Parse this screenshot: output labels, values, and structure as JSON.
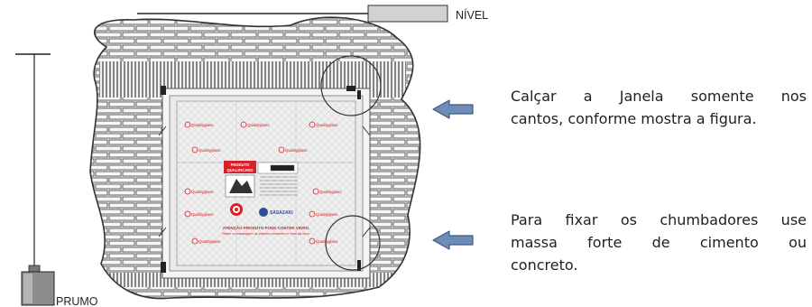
{
  "labels": {
    "level": "NÍVEL",
    "plumb": "PRUMO"
  },
  "notes": [
    {
      "lines": [
        "Calçar a Janela somente nos",
        "cantos, conforme mostra a figura."
      ]
    },
    {
      "lines": [
        "Para fixar os chumbadores use",
        "massa forte de cimento ou",
        "concreto."
      ]
    }
  ],
  "glass_sticker": {
    "badge_line1": "PRODUTO",
    "badge_line2": "QUALIFICADO",
    "watermark": "Qualityglass",
    "warning_line1": "ATENÇÃO PRODUTO PODE CONTER VIDRO.",
    "warning_line2": "Retire a embalagem de plástico somente no final da obra.",
    "brand": "SASAZAKI"
  },
  "colors": {
    "arrow_fill": "#6c8db5",
    "arrow_stroke": "#3d5a80",
    "level_bar": "#d2d2d2",
    "wall_fill": "#e9e9e9",
    "brick_stroke": "#5a5a5a",
    "sticker_red": "#d8202a"
  }
}
